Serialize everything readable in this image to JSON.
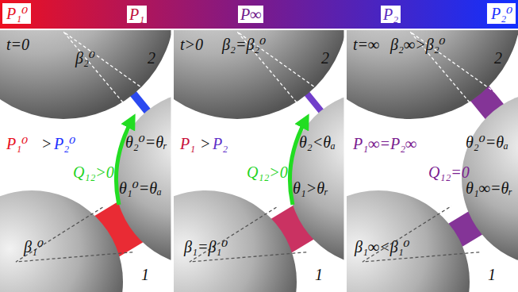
{
  "diagram": {
    "nodes": [
      {
        "text": [
          "P₁⁰"
        ]
      },
      {
        "text": [
          "P₂⁰"
        ]
      }
    ],
    "labels": [
      "P₁",
      "P∞",
      "P₂",
      "t=0",
      "β₂⁰",
      "2",
      "P₁⁰",
      ">",
      "P₂⁰",
      "Q₁₂>0",
      "θ₂⁰=θᵣ",
      "θ₁⁰=θₐ",
      "β₁⁰",
      "1",
      "t>0",
      "β₂=β₂⁰",
      "2",
      "θ₂<θₐ",
      "P₁",
      ">",
      "P₂",
      "Q₁₂>0",
      "θ₁>θᵣ",
      "β₁=β₁⁰",
      "1",
      "t=∞",
      "β₂∞>β₂⁰",
      "2",
      "θ₂⁰=θₐ",
      "P₁∞=P₂∞",
      "Q₁₂=0",
      "θ₁∞=θᵣ",
      "β₁∞<β₁⁰",
      "1"
    ]
  }
}
